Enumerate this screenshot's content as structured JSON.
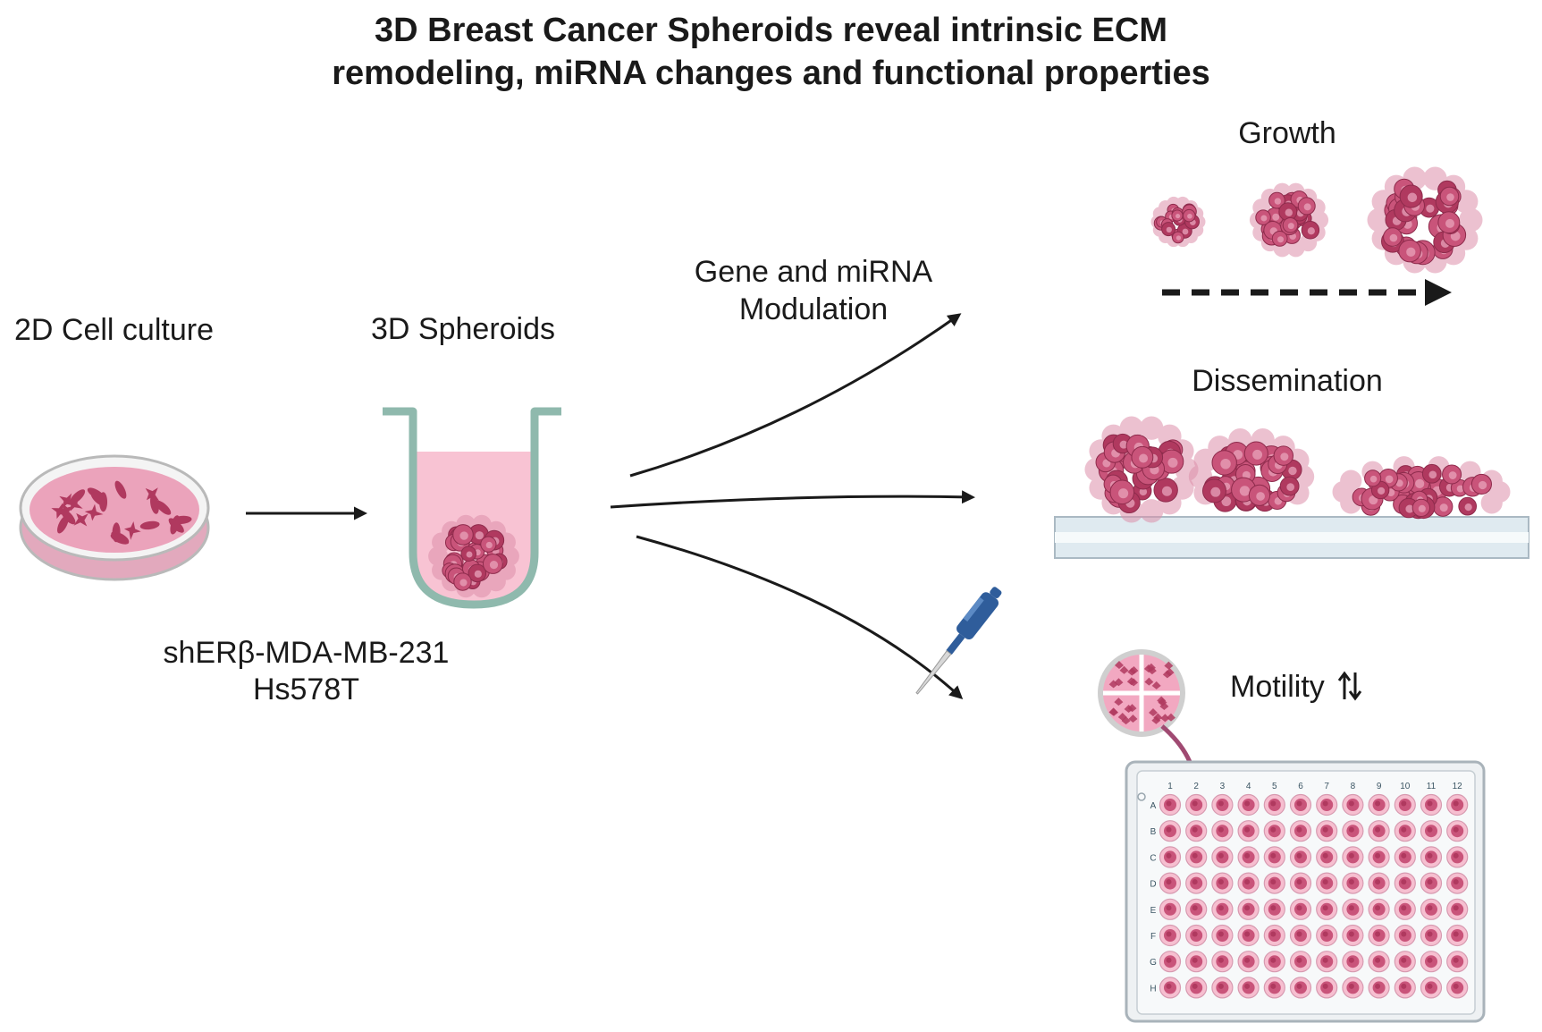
{
  "title": {
    "line1": "3D Breast Cancer Spheroids reveal intrinsic ECM",
    "line2": "remodeling, miRNA changes and functional properties"
  },
  "labels": {
    "culture_2d": "2D Cell culture",
    "spheroids_3d": "3D Spheroids",
    "cell_line_1": "shERβ-MDA-MB-231",
    "cell_line_2": "Hs578T",
    "modulation_1": "Gene and miRNA",
    "modulation_2": "Modulation",
    "growth": "Growth",
    "dissemination": "Dissemination",
    "motility": "Motility"
  },
  "plate": {
    "columns": [
      "1",
      "2",
      "3",
      "4",
      "5",
      "6",
      "7",
      "8",
      "9",
      "10",
      "11",
      "12"
    ],
    "rows": [
      "A",
      "B",
      "C",
      "D",
      "E",
      "F",
      "G",
      "H"
    ]
  },
  "icons": {
    "motility": "up-down-arrows-icon",
    "pipette": "pipette-icon",
    "petri_dish": "petri-dish-icon",
    "well": "culture-well-icon"
  },
  "colors": {
    "cell_dark": "#b0395f",
    "cell_mid": "#c9547a",
    "cell_light": "#dd90aa",
    "medium": "#f7c6d4",
    "arrow": "#1a1a1a",
    "substrate": "#cfdfe8",
    "pipette_blue": "#2f5d9b"
  }
}
